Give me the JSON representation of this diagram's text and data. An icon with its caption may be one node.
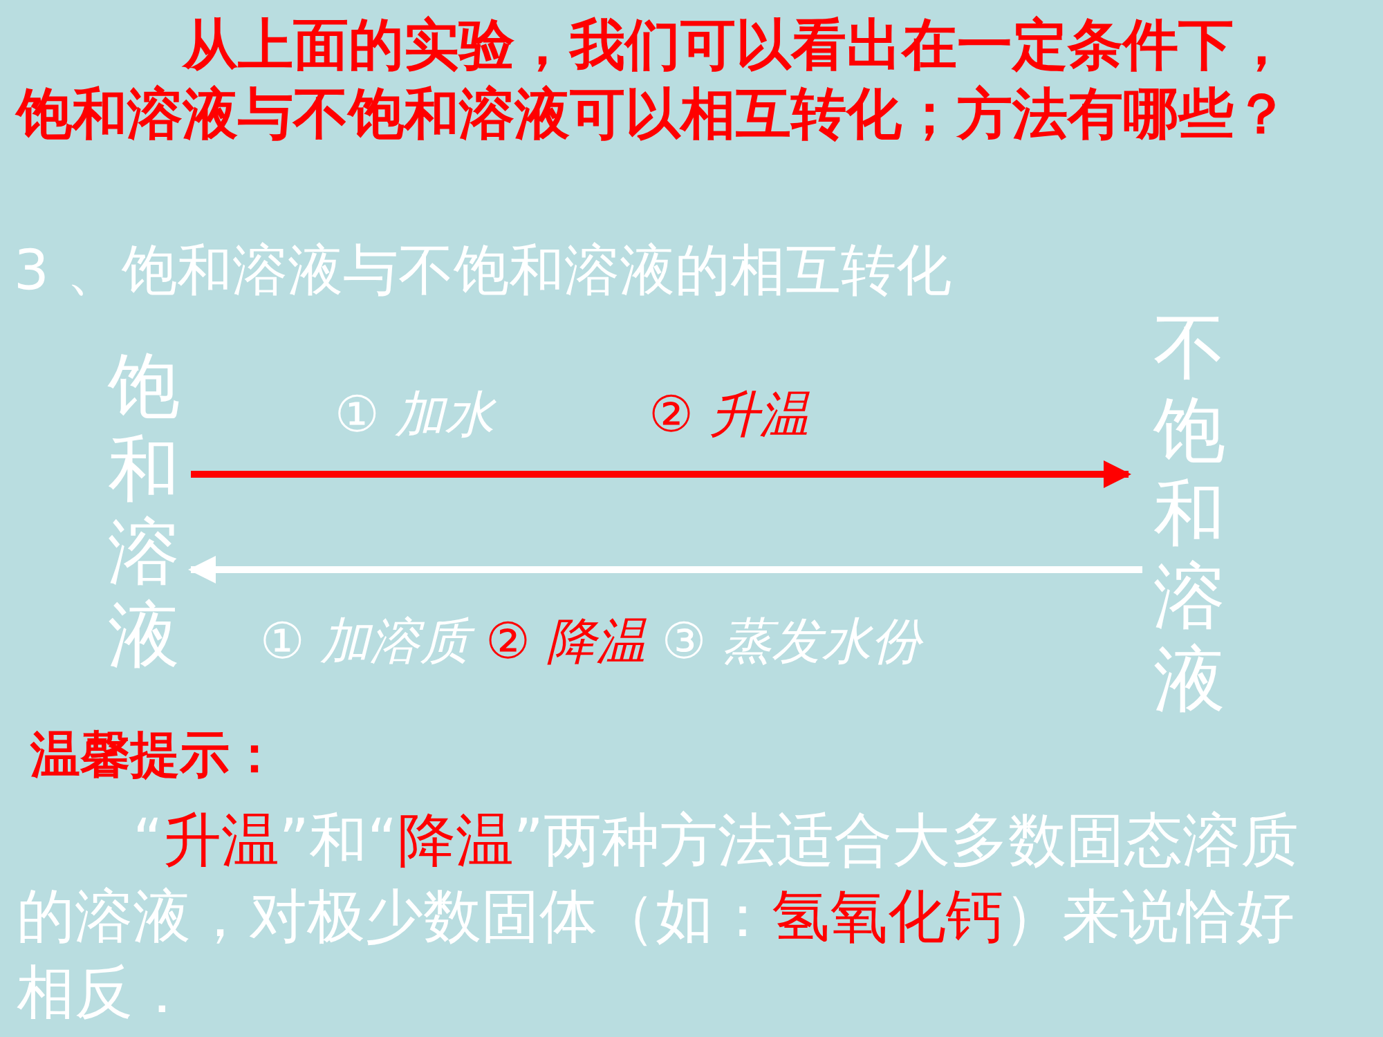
{
  "diagram": {
    "title": "从上面的实验，我们可以看出在一定条件下，饱和溶液与不饱和溶液可以相互转化；方法有哪些？",
    "nodes": [
      {
        "text": [
          "饱和溶液"
        ]
      },
      {
        "text": [
          "不饱和溶液"
        ]
      }
    ],
    "edges": [
      {
        "from": 0,
        "to": 1,
        "arrow": "to",
        "color": "#ff0000",
        "label": "① 加水 **② 升温**"
      },
      {
        "from": 1,
        "to": 0,
        "arrow": "to",
        "color": "#ffffff",
        "label": "① 加溶质 **② 降温** ③ 蒸发水份"
      }
    ],
    "labels": [
      "3 、饱和溶液与不饱和溶液的相互转化",
      "温馨提示：",
      "“**升温**”和“**降温**”两种方法适合大多数固态溶质的溶液，对极少数固体（如：**氢氧化钙**）来说恰好相反．"
    ]
  }
}
